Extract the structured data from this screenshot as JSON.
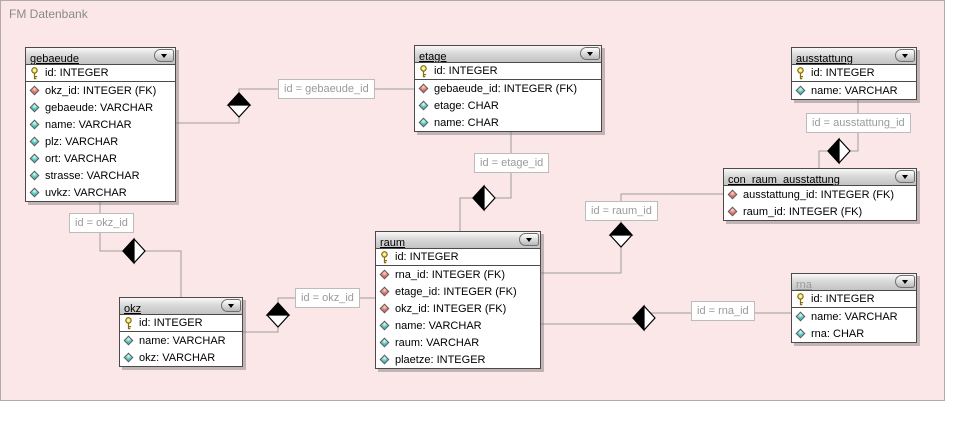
{
  "diagram_title": "FM Datenbank",
  "colors": {
    "canvas_bg": "#fbe7e7",
    "connector_line": "#9e9e9e",
    "primary_key_icon": "#f3d64a",
    "foreign_key_icon": "#e2574c",
    "attribute_icon": "#2fb9b2"
  },
  "tables": [
    {
      "id": "gebaeude",
      "name": "gebaeude",
      "columns": [
        {
          "icon": "key",
          "pk": true,
          "text": "id: INTEGER"
        },
        {
          "icon": "fk",
          "text": "okz_id: INTEGER (FK)"
        },
        {
          "icon": "col",
          "text": "gebaeude: VARCHAR"
        },
        {
          "icon": "col",
          "text": "name: VARCHAR"
        },
        {
          "icon": "col",
          "text": "plz: VARCHAR"
        },
        {
          "icon": "col",
          "text": "ort: VARCHAR"
        },
        {
          "icon": "col",
          "text": "strasse: VARCHAR"
        },
        {
          "icon": "col",
          "text": "uvkz: VARCHAR"
        }
      ]
    },
    {
      "id": "etage",
      "name": "etage",
      "columns": [
        {
          "icon": "key",
          "pk": true,
          "text": "id: INTEGER"
        },
        {
          "icon": "fk",
          "text": "gebaeude_id: INTEGER (FK)"
        },
        {
          "icon": "col",
          "text": "etage: CHAR"
        },
        {
          "icon": "col",
          "text": "name: CHAR"
        }
      ]
    },
    {
      "id": "ausstattung",
      "name": "ausstattung",
      "columns": [
        {
          "icon": "key",
          "pk": true,
          "text": "id: INTEGER"
        },
        {
          "icon": "col",
          "text": "name: VARCHAR"
        }
      ]
    },
    {
      "id": "con_raum_ausstattung",
      "name": "con_raum_ausstattung",
      "columns": [
        {
          "icon": "fk",
          "text": "ausstattung_id: INTEGER (FK)"
        },
        {
          "icon": "fk",
          "text": "raum_id: INTEGER (FK)"
        }
      ]
    },
    {
      "id": "raum",
      "name": "raum",
      "columns": [
        {
          "icon": "key",
          "pk": true,
          "text": "id: INTEGER"
        },
        {
          "icon": "fk",
          "text": "rna_id: INTEGER (FK)"
        },
        {
          "icon": "fk",
          "text": "etage_id: INTEGER (FK)"
        },
        {
          "icon": "fk",
          "text": "okz_id: INTEGER (FK)"
        },
        {
          "icon": "col",
          "text": "name: VARCHAR"
        },
        {
          "icon": "col",
          "text": "raum: VARCHAR"
        },
        {
          "icon": "col",
          "text": "plaetze: INTEGER"
        }
      ]
    },
    {
      "id": "okz",
      "name": "okz",
      "columns": [
        {
          "icon": "key",
          "pk": true,
          "text": "id: INTEGER"
        },
        {
          "icon": "col",
          "text": "name: VARCHAR"
        },
        {
          "icon": "col",
          "text": "okz: VARCHAR"
        }
      ]
    },
    {
      "id": "rna",
      "name": "rna",
      "muted_title": true,
      "columns": [
        {
          "icon": "key",
          "pk": true,
          "text": "id: INTEGER"
        },
        {
          "icon": "col",
          "text": "name: VARCHAR"
        },
        {
          "icon": "col",
          "text": "rna: CHAR"
        }
      ]
    }
  ],
  "relationship_labels": [
    {
      "id": "rel_gebaeude_etage",
      "text": "id = gebaeude_id"
    },
    {
      "id": "rel_etage_raum",
      "text": "id = etage_id"
    },
    {
      "id": "rel_ausstattung_con",
      "text": "id = ausstattung_id"
    },
    {
      "id": "rel_raum_con",
      "text": "id = raum_id"
    },
    {
      "id": "rel_gebaeude_okz",
      "text": "id = okz_id"
    },
    {
      "id": "rel_okz_raum",
      "text": "id = okz_id"
    },
    {
      "id": "rel_raum_rna",
      "text": "id = rna_id"
    }
  ]
}
